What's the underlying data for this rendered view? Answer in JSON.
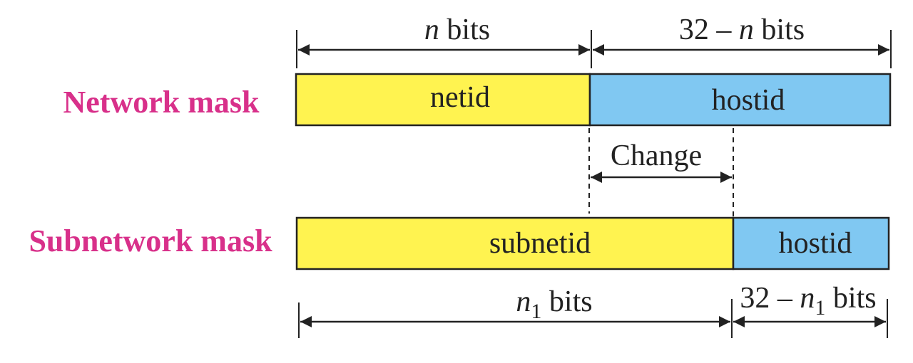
{
  "colors": {
    "network_part": "#fff350",
    "host_part": "#80c8f2",
    "label": "#d8308a",
    "stroke": "#222222"
  },
  "network_mask": {
    "label": "Network mask",
    "netid": "netid",
    "hostid": "hostid",
    "top_dim_left": {
      "var": "n",
      "unit": " bits"
    },
    "top_dim_right": {
      "prefix": "32 – ",
      "var": "n",
      "unit": " bits"
    }
  },
  "change": {
    "label": "Change"
  },
  "subnetwork_mask": {
    "label": "Subnetwork mask",
    "subnetid": "subnetid",
    "hostid": "hostid",
    "bottom_dim_left": {
      "var": "n",
      "sub": "1",
      "unit": " bits"
    },
    "bottom_dim_right": {
      "prefix": "32 – ",
      "var": "n",
      "sub": "1",
      "unit": " bits"
    }
  }
}
